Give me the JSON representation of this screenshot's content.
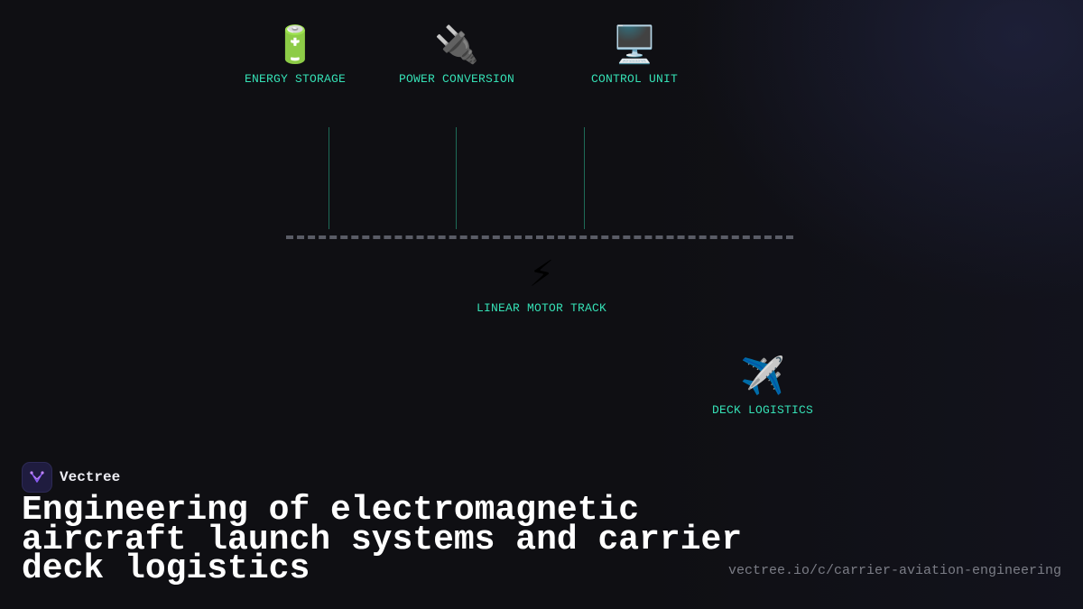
{
  "diagram": {
    "nodes": [
      {
        "id": "energy-storage",
        "icon": "battery-icon",
        "emoji": "🔋",
        "label": "ENERGY STORAGE"
      },
      {
        "id": "power-conversion",
        "icon": "plug-icon",
        "emoji": "🔌",
        "label": "POWER CONVERSION"
      },
      {
        "id": "control-unit",
        "icon": "computer-icon",
        "emoji": "🖥️",
        "label": "CONTROL UNIT"
      },
      {
        "id": "linear-motor-track",
        "icon": "lightning-icon",
        "emoji": "⚡",
        "label": "LINEAR MOTOR TRACK"
      },
      {
        "id": "deck-logistics",
        "icon": "airplane-icon",
        "emoji": "✈️",
        "label": "DECK LOGISTICS"
      }
    ]
  },
  "brand": {
    "name": "Vectree",
    "icon": "vectree-logo-icon"
  },
  "title": "Engineering of electromagnetic aircraft launch systems and carrier deck logistics",
  "url": "vectree.io/c/carrier-aviation-engineering",
  "colors": {
    "background": "#0f0f13",
    "node_label": "#35e0b5",
    "connector": "#1e6b57",
    "track": "#5a5c66",
    "title": "#ffffff",
    "url": "#7b7d86"
  }
}
